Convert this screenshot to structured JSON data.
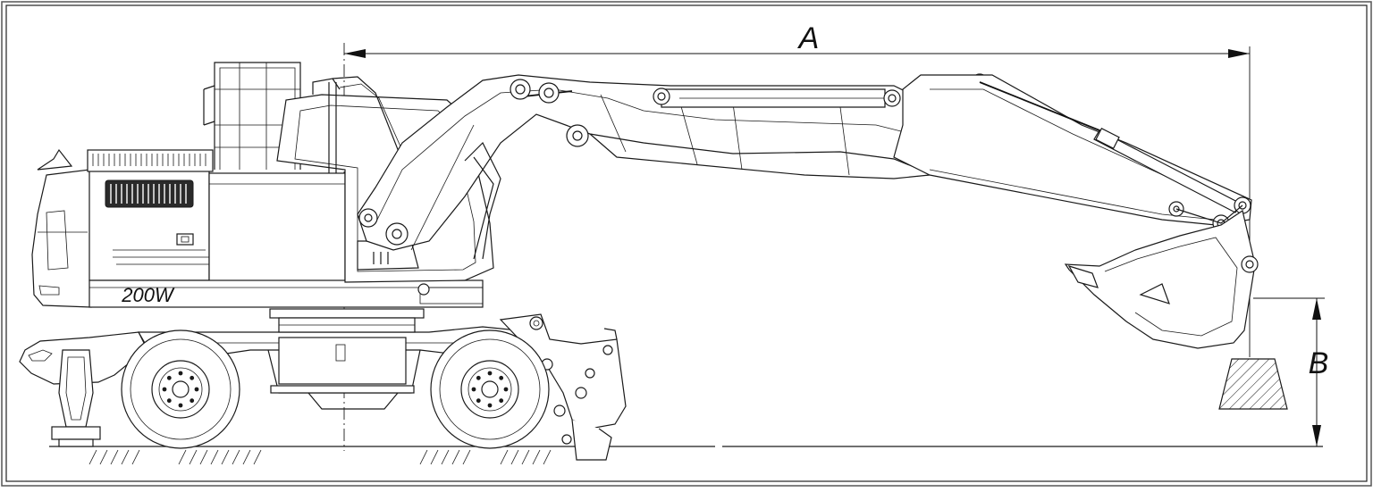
{
  "diagram": {
    "title": "",
    "model_badge": "200W",
    "dimensions": [
      {
        "id": "A",
        "label": "A"
      },
      {
        "id": "B",
        "label": "B"
      }
    ]
  }
}
